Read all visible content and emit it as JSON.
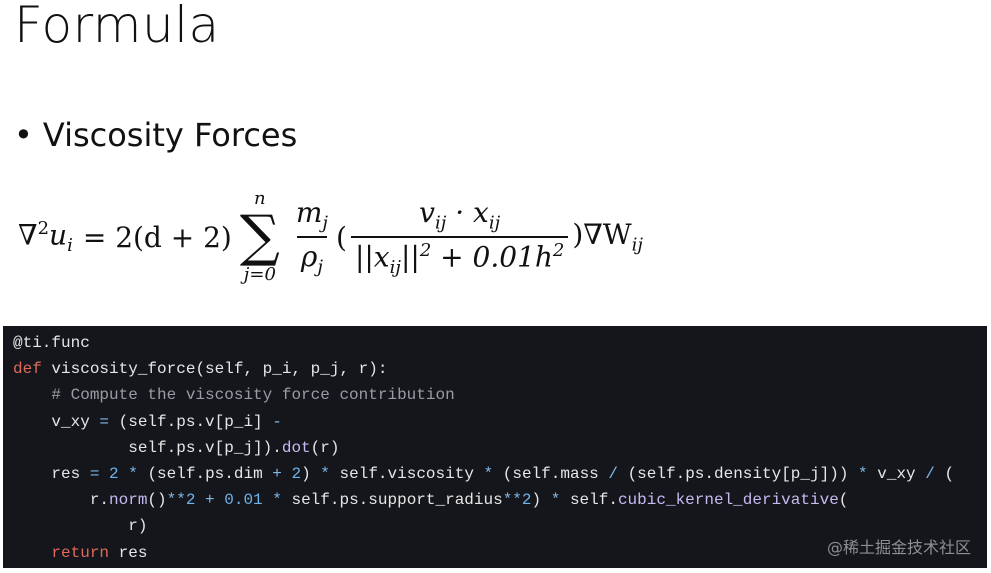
{
  "slide": {
    "title": "Formula",
    "bullet": "Viscosity Forces"
  },
  "formula": {
    "lhs_nabla": "∇",
    "lhs_sup": "2",
    "lhs_u": "u",
    "lhs_sub": "i",
    "equals": "= 2(d + 2)",
    "sum_symbol": "∑",
    "sum_upper": "n",
    "sum_lower": "j=0",
    "m": "m",
    "m_sub": "j",
    "rho": "ρ",
    "rho_sub": "j",
    "open_paren": "(",
    "num": "v",
    "num_sub1": "ij",
    "num_dot": " · x",
    "num_sub2": "ij",
    "den_pre": "||x",
    "den_sub": "ij",
    "den_mid": "||",
    "den_sup": "2",
    "den_post": " + 0.01h",
    "den_sup2": "2",
    "close": ")∇W",
    "close_sub": "ij"
  },
  "code": {
    "lines": [
      "@ti.func",
      "def viscosity_force(self, p_i, p_j, r):",
      "    # Compute the viscosity force contribution",
      "    v_xy = (self.ps.v[p_i] -",
      "            self.ps.v[p_j]).dot(r)",
      "    res = 2 * (self.ps.dim + 2) * self.viscosity * (self.mass / (self.ps.density[p_j])) * v_xy / (",
      "        r.norm()**2 + 0.01 * self.ps.support_radius**2) * self.cubic_kernel_derivative(",
      "            r)",
      "    return res"
    ],
    "background": "#15161b",
    "keyword_color": "#e0695c",
    "number_color": "#6fb3e8",
    "comment_color": "#9a9ca3"
  },
  "watermark": "@稀土掘金技术社区"
}
